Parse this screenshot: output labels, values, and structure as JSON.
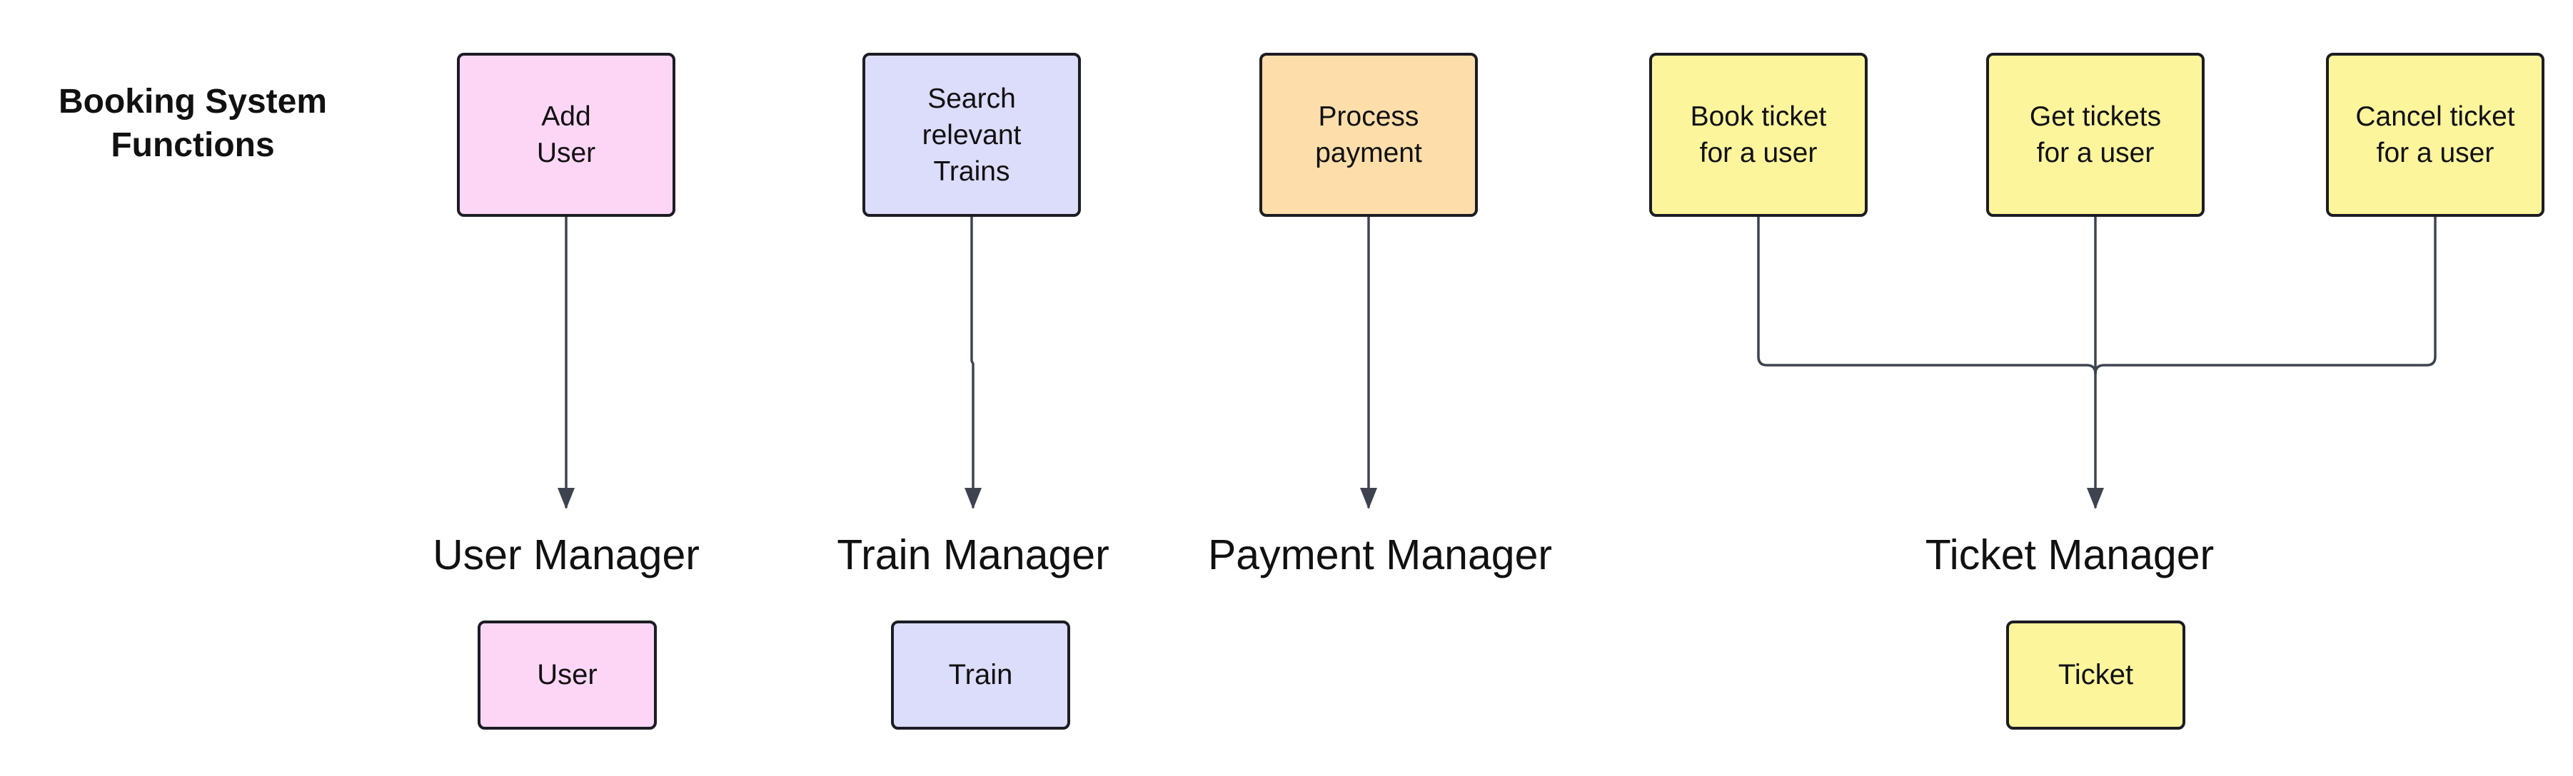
{
  "title": "Booking System\nFunctions",
  "colors": {
    "user": "#fdd6f6",
    "train": "#dcdcfb",
    "payment": "#fddeaa",
    "ticket": "#fdf59c",
    "connector": "#3e434f"
  },
  "functions": {
    "add_user": "Add\nUser",
    "search_trains": "Search\nrelevant\nTrains",
    "process_payment": "Process\npayment",
    "book_ticket": "Book ticket\nfor a user",
    "get_tickets": "Get tickets\nfor a user",
    "cancel_ticket": "Cancel ticket\nfor a user"
  },
  "managers": {
    "user": "User Manager",
    "train": "Train Manager",
    "payment": "Payment Manager",
    "ticket": "Ticket Manager"
  },
  "entities": {
    "user": "User",
    "train": "Train",
    "ticket": "Ticket"
  }
}
